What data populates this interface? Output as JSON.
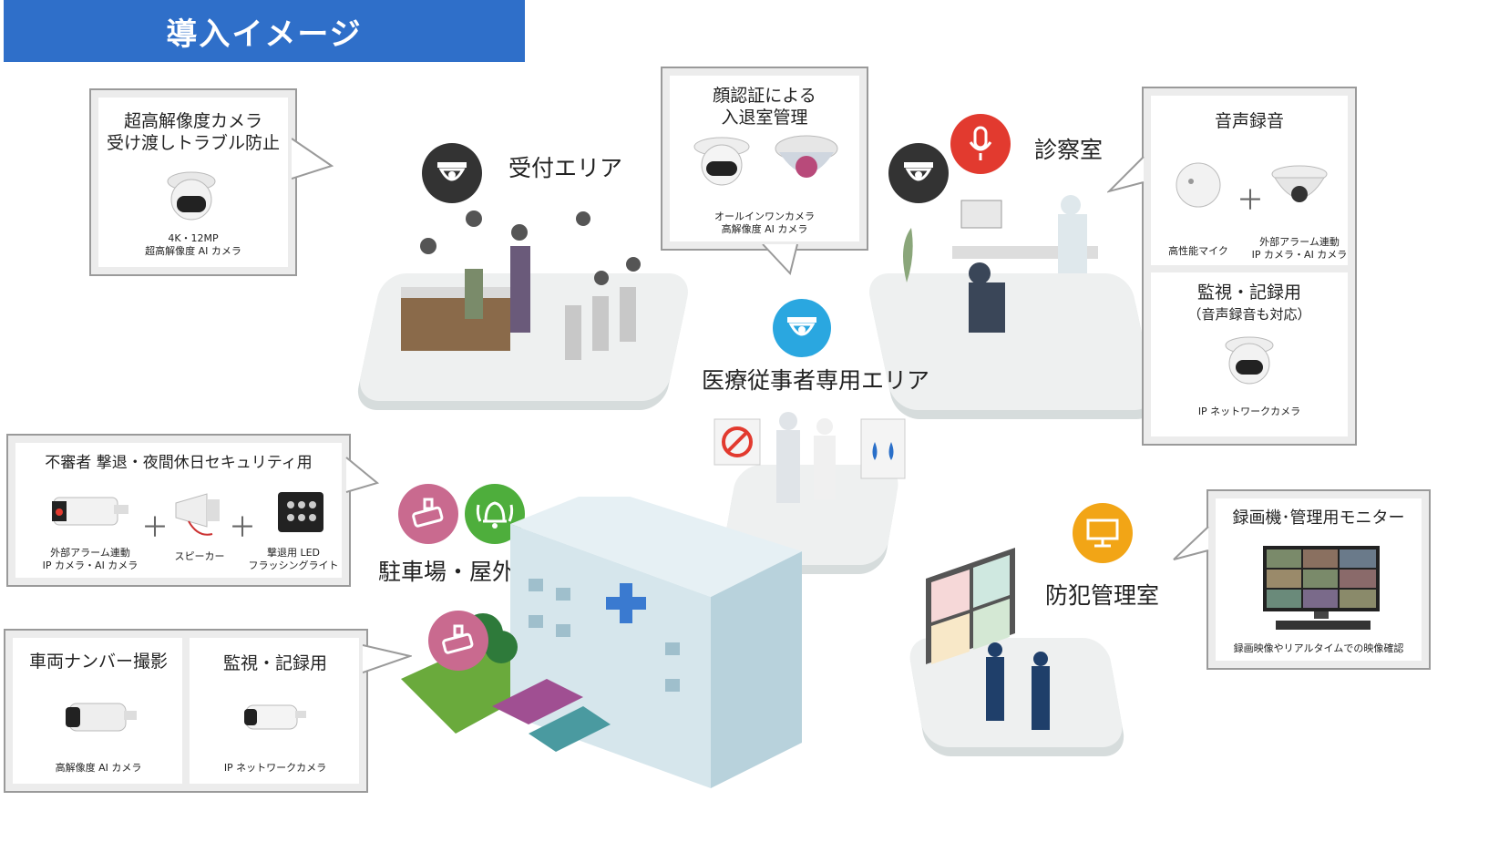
{
  "title": "導入イメージ",
  "areas": {
    "reception": "受付エリア",
    "medical_staff": "医療従事者専用エリア",
    "exam_room": "診察室",
    "parking": "駐車場・屋外エリア",
    "security_room": "防犯管理室"
  },
  "callouts": {
    "reception": {
      "title_line1": "超高解像度カメラ",
      "title_line2": "受け渡しトラブル防止",
      "cam_line1": "4K・12MP",
      "cam_line2": "超高解像度 AI カメラ"
    },
    "face_auth": {
      "title_line1": "顔認証による",
      "title_line2": "入退室管理",
      "cam_line1": "オールインワンカメラ",
      "cam_line2": "高解像度 AI カメラ"
    },
    "audio": {
      "title": "音声録音",
      "mic_label": "高性能マイク",
      "cam_line1": "外部アラーム連動",
      "cam_line2": "IP カメラ・AI カメラ"
    },
    "monitor_record": {
      "title_line1": "監視・記録用",
      "title_line2": "（音声録音も対応）",
      "cam_label": "IP ネットワークカメラ"
    },
    "suspicious": {
      "title": "不審者 撃退・夜間休日セキュリティ用",
      "cam_line1": "外部アラーム連動",
      "cam_line2": "IP カメラ・AI カメラ",
      "speaker": "スピーカー",
      "led_line1": "撃退用 LED",
      "led_line2": "フラッシングライト"
    },
    "plate": {
      "title": "車両ナンバー撮影",
      "cam_label": "高解像度 AI カメラ"
    },
    "parking_monitor": {
      "title": "監視・記録用",
      "cam_label": "IP ネットワークカメラ"
    },
    "recorder": {
      "title": "録画機･管理用モニター",
      "caption": "録画映像やリアルタイムでの映像確認"
    }
  },
  "colors": {
    "banner": "#2f6fc9",
    "dark_badge": "#333333",
    "red_badge": "#e23a2f",
    "blue_badge": "#2aa7e0",
    "pink_badge": "#c96a8f",
    "green_badge": "#4eae3c",
    "orange_badge": "#f2a516"
  }
}
